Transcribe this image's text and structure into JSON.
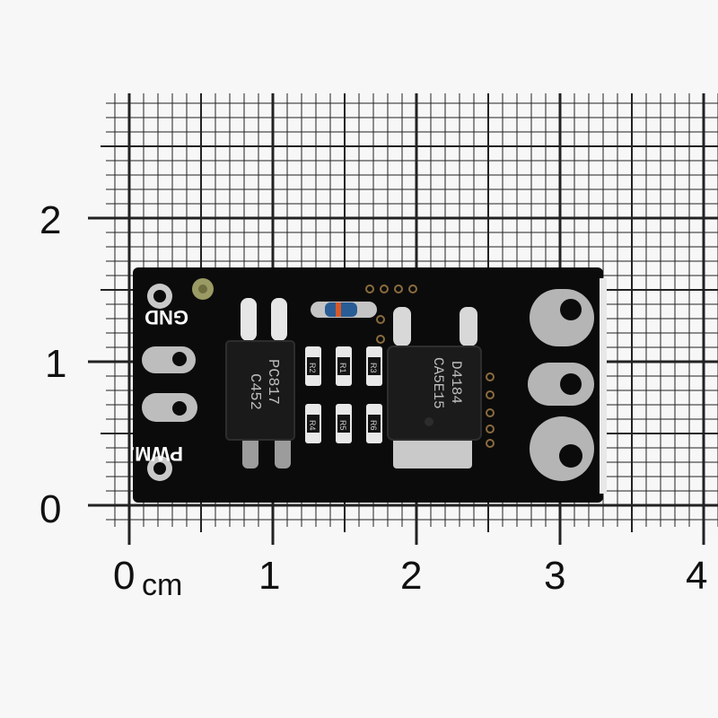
{
  "ruler": {
    "y_labels": [
      "2",
      "1",
      "0"
    ],
    "x_labels": [
      "0",
      "1",
      "2",
      "3",
      "4"
    ],
    "unit": "cm"
  },
  "board": {
    "silkscreen": {
      "gnd": "GND",
      "pwm": "PWM."
    },
    "optocoupler": {
      "line1": "PC817",
      "line2": "C452"
    },
    "mosfet": {
      "line1": "D4184",
      "line2": "CA5E15"
    },
    "resistors": [
      "R2",
      "R1",
      "R3",
      "R4",
      "R5",
      "R6"
    ]
  },
  "colors": {
    "pcb": "#0b0b0b",
    "pad": "#b9b9b9",
    "grid": "#222222",
    "background": "#f7f7f7"
  }
}
